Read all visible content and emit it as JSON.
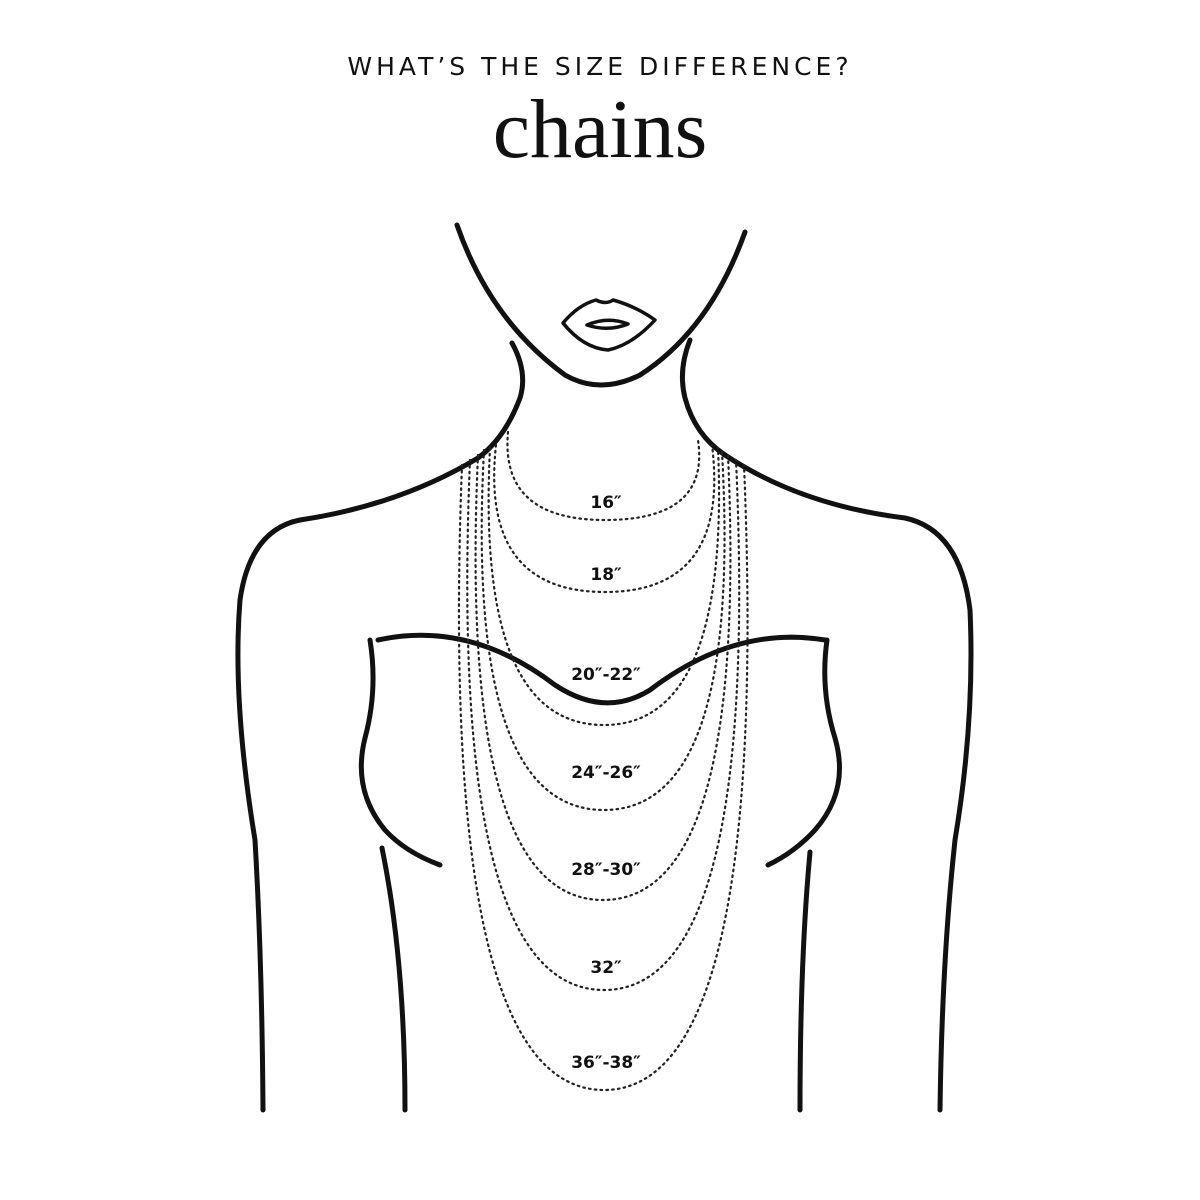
{
  "header": {
    "subtitle": "WHAT’S THE SIZE DIFFERENCE?",
    "title": "chains"
  },
  "chains": [
    {
      "label": "16″"
    },
    {
      "label": "18″"
    },
    {
      "label": "20″-22″"
    },
    {
      "label": "24″-26″"
    },
    {
      "label": "28″-30″"
    },
    {
      "label": "32″"
    },
    {
      "label": "36″-38″"
    }
  ],
  "colors": {
    "line": "#111111",
    "background": "#ffffff"
  }
}
